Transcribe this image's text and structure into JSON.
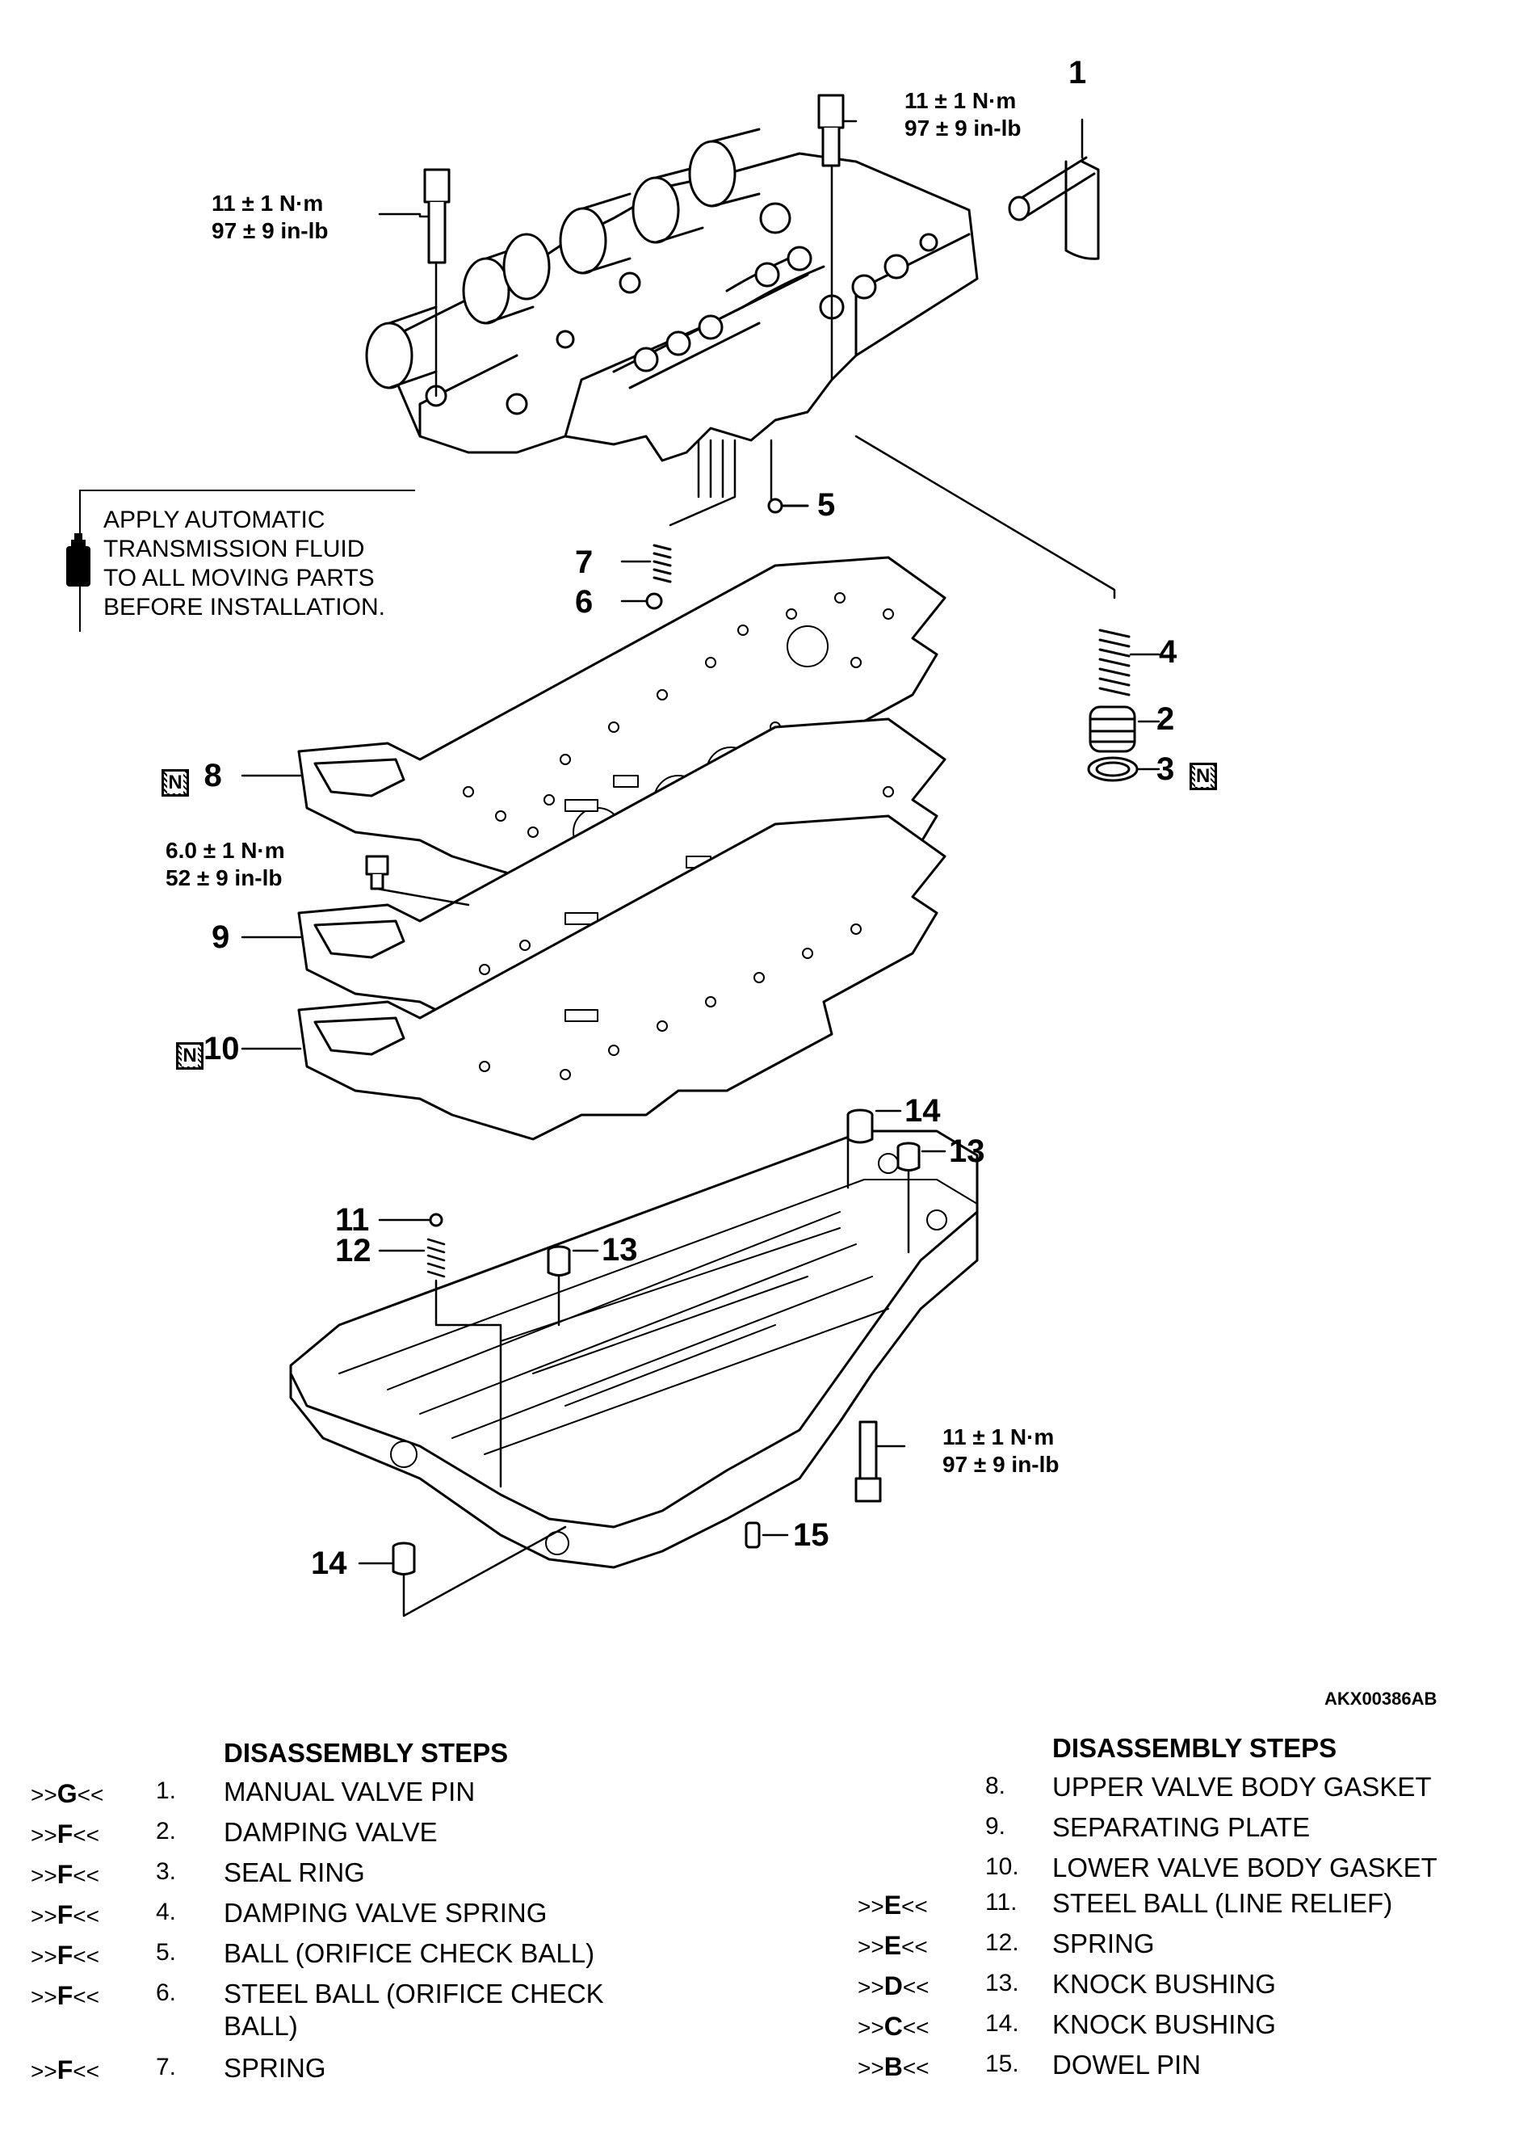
{
  "callouts": {
    "c1": "1",
    "c2": "2",
    "c3": "3",
    "c4": "4",
    "c5": "5",
    "c6": "6",
    "c7": "7",
    "c8": "8",
    "c9": "9",
    "c10": "10",
    "c11": "11",
    "c12": "12",
    "c13a": "13",
    "c13b": "13",
    "c14a": "14",
    "c14b": "14",
    "c15": "15"
  },
  "new_part_mark": "N",
  "torque": {
    "t_nm": "11 ± 1 N·m",
    "t_inlb": "97 ± 9 in-lb",
    "t9_nm": "6.0 ± 1 N·m",
    "t9_inlb": "52 ± 9 in-lb"
  },
  "note": {
    "line1": "APPLY AUTOMATIC",
    "line2": "TRANSMISSION FLUID",
    "line3": "TO ALL MOVING PARTS",
    "line4": "BEFORE INSTALLATION."
  },
  "figure_ref": "AKX00386AB",
  "steps_title": "DISASSEMBLY STEPS",
  "steps_left": [
    {
      "mark": "G",
      "no": "1.",
      "desc": "MANUAL VALVE PIN"
    },
    {
      "mark": "F",
      "no": "2.",
      "desc": "DAMPING VALVE"
    },
    {
      "mark": "F",
      "no": "3.",
      "desc": "SEAL RING"
    },
    {
      "mark": "F",
      "no": "4.",
      "desc": "DAMPING VALVE SPRING"
    },
    {
      "mark": "F",
      "no": "5.",
      "desc": "BALL (ORIFICE CHECK BALL)"
    },
    {
      "mark": "F",
      "no": "6.",
      "desc": "STEEL BALL (ORIFICE CHECK",
      "desc2": "BALL)"
    },
    {
      "mark": "F",
      "no": "7.",
      "desc": "SPRING"
    }
  ],
  "steps_right": [
    {
      "mark": "",
      "no": "8.",
      "desc": "UPPER VALVE BODY GASKET"
    },
    {
      "mark": "",
      "no": "9.",
      "desc": "SEPARATING PLATE"
    },
    {
      "mark": "",
      "no": "10.",
      "desc": "LOWER VALVE BODY GASKET"
    },
    {
      "mark": "E",
      "no": "11.",
      "desc": "STEEL BALL (LINE RELIEF)"
    },
    {
      "mark": "E",
      "no": "12.",
      "desc": "SPRING"
    },
    {
      "mark": "D",
      "no": "13.",
      "desc": "KNOCK BUSHING"
    },
    {
      "mark": "C",
      "no": "14.",
      "desc": "KNOCK BUSHING"
    },
    {
      "mark": "B",
      "no": "15.",
      "desc": "DOWEL PIN"
    }
  ]
}
